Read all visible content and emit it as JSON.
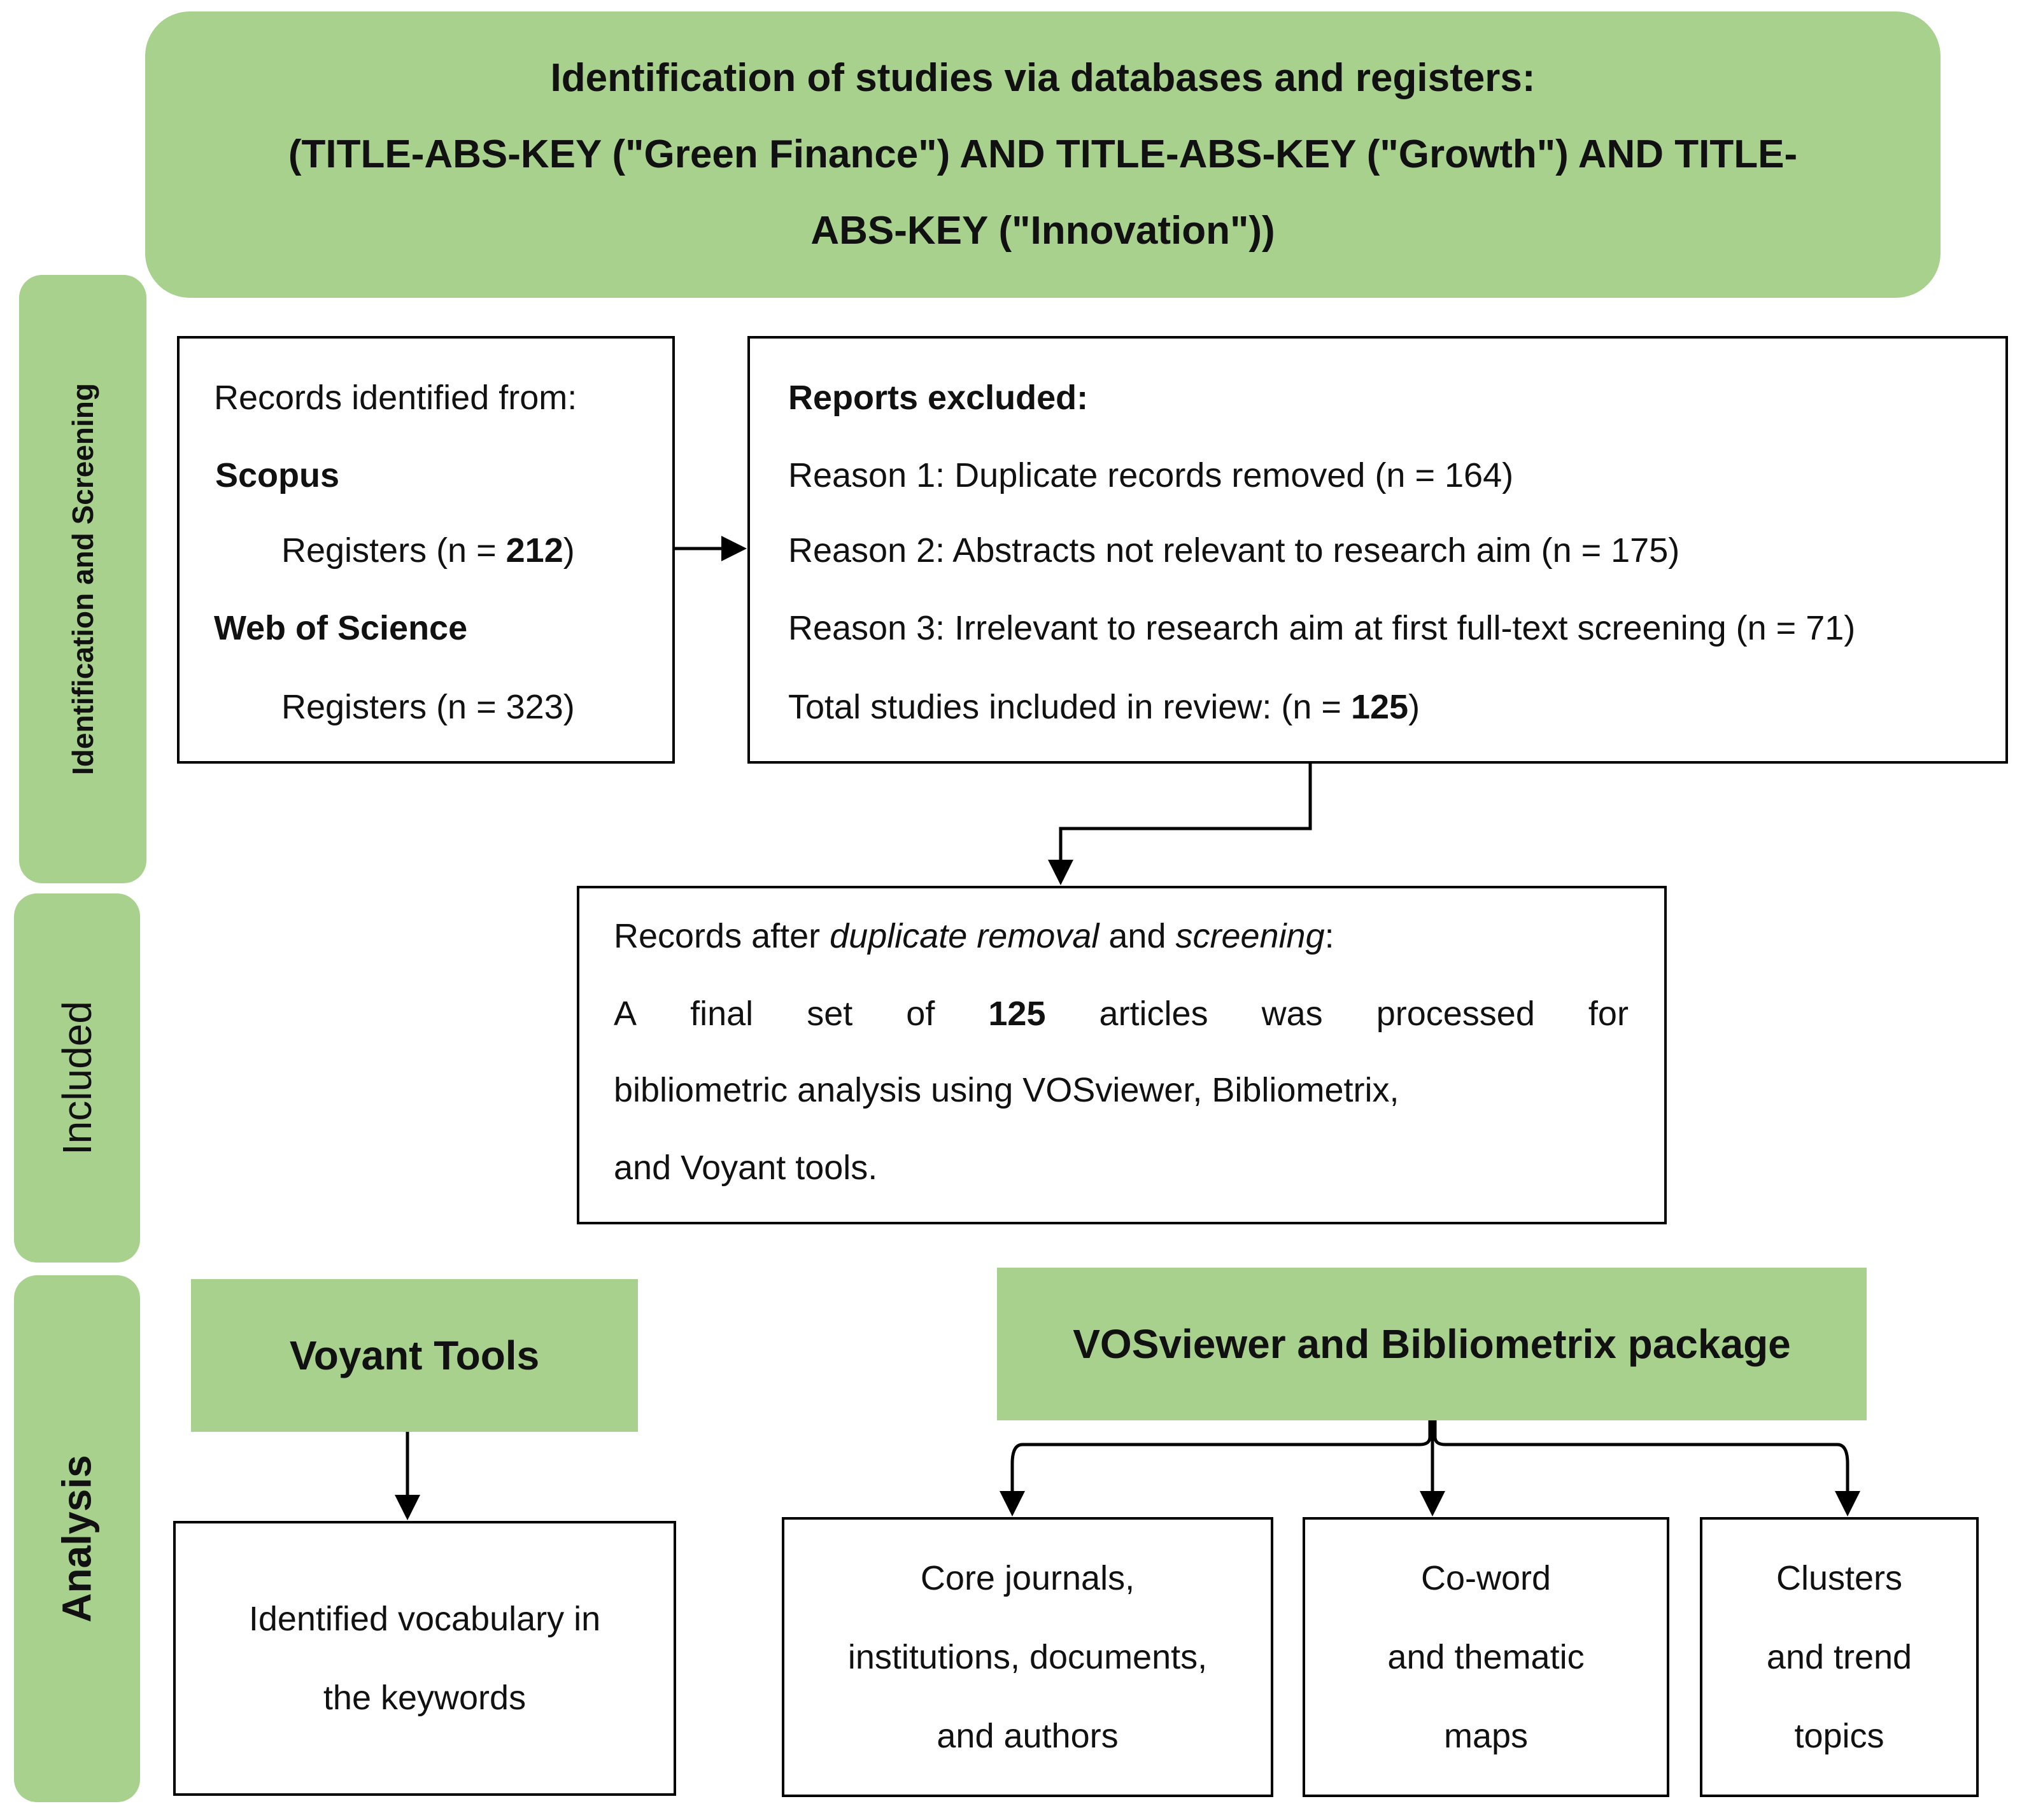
{
  "banner": {
    "line1": "Identification of studies via databases and registers:",
    "line2": "(TITLE-ABS-KEY (\"Green Finance\") AND TITLE-ABS-KEY (\"Growth\") AND TITLE-",
    "line3": "ABS-KEY (\"Innovation\"))"
  },
  "phases": {
    "identification": "Identification and Screening",
    "included": "Included",
    "analysis": "Analysis"
  },
  "records": {
    "heading": "Records identified from:",
    "source1": "Scopus",
    "registers_label": "Registers (n = ",
    "source1_count": "212",
    "source2": "Web of Science",
    "source2_line": "Registers (n = 323)",
    "close_paren": ")"
  },
  "excluded": {
    "heading": "Reports excluded:",
    "reason1": "Reason 1: Duplicate records removed (n = 164)",
    "reason2": "Reason 2: Abstracts not relevant to research aim (n = 175)",
    "reason3": "Reason 3: Irrelevant to research aim at first full-text screening (n = 71)",
    "total_prefix": "Total studies included in review: (n = ",
    "total_count": "125",
    "total_suffix": ")"
  },
  "final": {
    "prefix": "Records after ",
    "italic1": "duplicate removal",
    "middle": " and ",
    "italic2": "screening",
    "colon": ":",
    "w_a": "A",
    "w_final": "final",
    "w_set": "set",
    "w_of": "of",
    "w_count": "125",
    "w_articles": "articles",
    "w_was": "was",
    "w_processed": "processed",
    "w_for": "for",
    "line3": "bibliometric analysis using VOSviewer, Bibliometrix,",
    "line4": "and Voyant tools."
  },
  "analysis": {
    "voyant_heading": "Voyant Tools",
    "voyant_line1": "Identified vocabulary in",
    "voyant_line2": "the keywords",
    "vos_heading": "VOSviewer and Bibliometrix package",
    "out1": [
      "Core journals,",
      "institutions, documents,",
      "and authors"
    ],
    "out2": [
      "Co-word",
      "and thematic",
      "maps"
    ],
    "out3": [
      "Clusters",
      "and trend",
      "topics"
    ]
  }
}
